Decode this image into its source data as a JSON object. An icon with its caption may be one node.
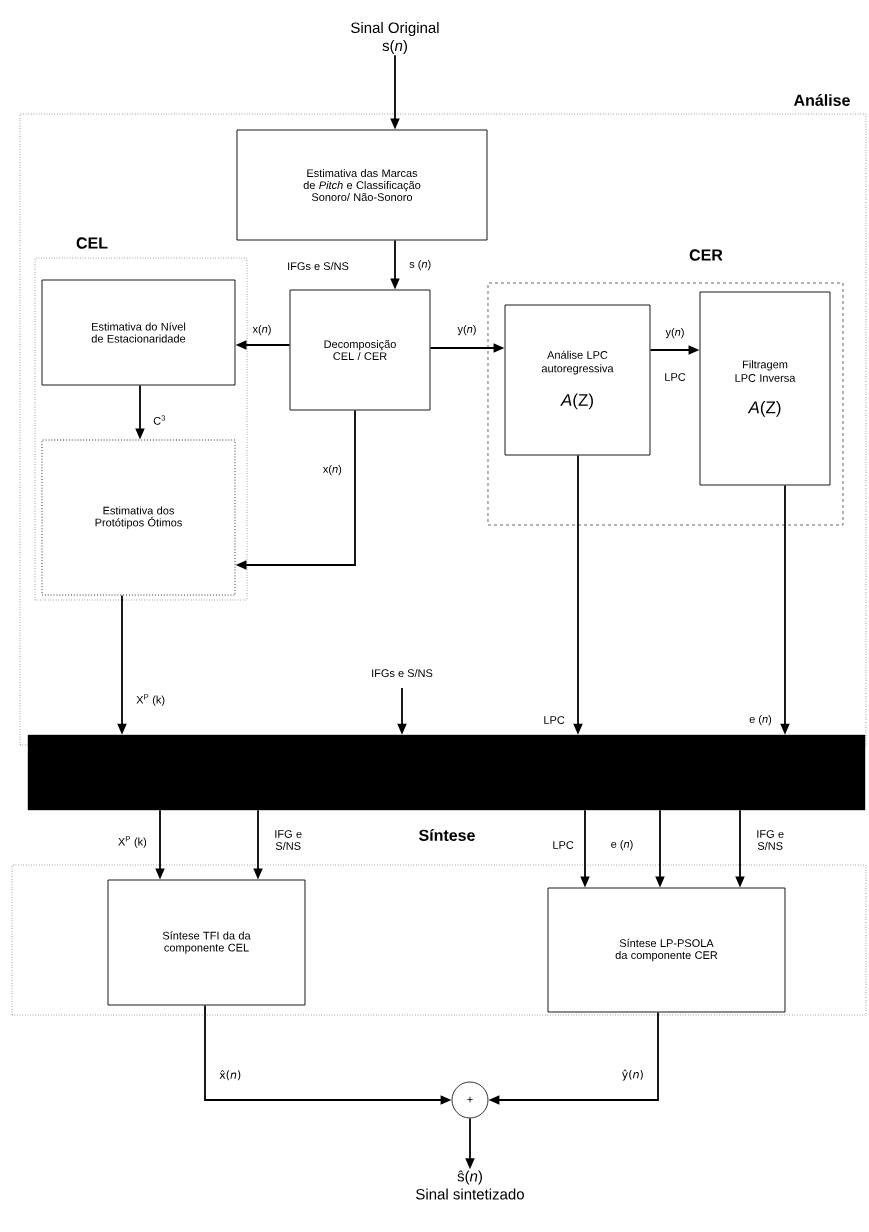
{
  "diagram": {
    "nodes": [
      {
        "text": [
          "Sinal Original",
          "s(*n*)"
        ]
      },
      {
        "text": [
          "Análise"
        ]
      },
      {
        "text": [
          "Estimativa das Marcas de *Pitch* e Classificação Sonoro/ Não-Sonoro"
        ],
        "in": 1
      },
      {
        "text": [
          "CEL"
        ],
        "in": 1
      },
      {
        "text": [
          "Estimativa do Nível de Estacionaridade"
        ],
        "in": 3
      },
      {
        "text": [
          "Estimativa dos Protótipos Ótimos"
        ],
        "in": 3
      },
      {
        "text": [
          "Decomposição CEL / CER"
        ],
        "in": 1
      },
      {
        "text": [
          "CER"
        ],
        "in": 1
      },
      {
        "text": [
          "Análise LPC autoregressiva",
          "*A*(Z)"
        ],
        "in": 7
      },
      {
        "text": [
          "Filtragem LPC Inversa",
          "*A*(Z)"
        ],
        "in": 7
      },
      {
        "text": [],
        "shape": "bar"
      },
      {
        "text": [
          "Síntese"
        ]
      },
      {
        "text": [
          "Síntese TFI da da componente CEL"
        ],
        "in": 11
      },
      {
        "text": [
          "Síntese LP-PSOLA da componente CER"
        ],
        "in": 11
      },
      {
        "text": [
          "+"
        ]
      },
      {
        "text": [
          "ŝ(*n*)",
          "Sinal sintetizado"
        ]
      }
    ],
    "edges": [
      {
        "from": 0,
        "to": 2,
        "arrow": "to"
      },
      {
        "from": 2,
        "to": 6,
        "arrow": "to",
        "label": "s (*n*)"
      },
      {
        "from": 6,
        "to": 4,
        "arrow": "to",
        "label": "x(*n*)"
      },
      {
        "from": 6,
        "to": 8,
        "arrow": "to",
        "label": "y(*n*)"
      },
      {
        "from": 8,
        "to": 9,
        "arrow": "to",
        "label": "y(*n*)"
      },
      {
        "from": 4,
        "to": 5,
        "arrow": "to",
        "label": "C$^{3}$"
      },
      {
        "from": 6,
        "to": 5,
        "arrow": "to",
        "label": "x(*n*)"
      },
      {
        "from": 5,
        "to": 10,
        "arrow": "to",
        "label": "X$^{P}$ (k)"
      },
      {
        "from": null,
        "to": 10,
        "arrow": "to",
        "label": "IFGs e S/NS"
      },
      {
        "from": 8,
        "to": 10,
        "arrow": "to",
        "label": "LPC"
      },
      {
        "from": 9,
        "to": 10,
        "arrow": "to",
        "label": "e (*n*)"
      },
      {
        "from": 10,
        "to": 12,
        "arrow": "to",
        "label": "X$^{P}$ (k)"
      },
      {
        "from": 10,
        "to": 12,
        "arrow": "to",
        "label": "IFG e S/NS"
      },
      {
        "from": 10,
        "to": 13,
        "arrow": "to",
        "label": "LPC"
      },
      {
        "from": 10,
        "to": 13,
        "arrow": "to",
        "label": "e (*n*)"
      },
      {
        "from": 10,
        "to": 13,
        "arrow": "to",
        "label": "IFG e S/NS"
      },
      {
        "from": 12,
        "to": 14,
        "arrow": "to",
        "label": "x̂(*n*)"
      },
      {
        "from": 13,
        "to": 14,
        "arrow": "to",
        "label": "ŷ(*n*)"
      },
      {
        "from": 14,
        "to": 15,
        "arrow": "to"
      }
    ],
    "labels": [
      "IFGs e S/NS",
      "LPC"
    ]
  }
}
